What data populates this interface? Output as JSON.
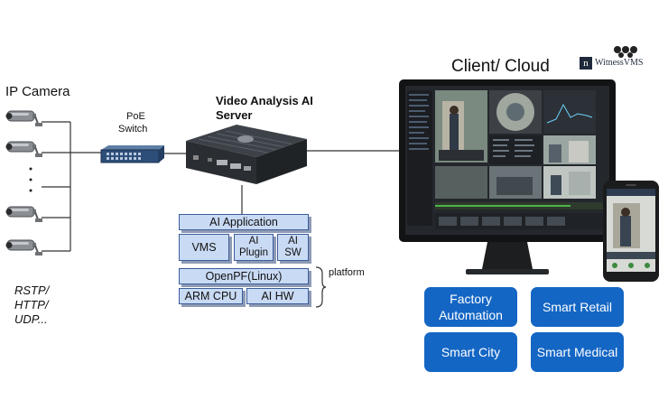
{
  "ip_camera": {
    "title": "IP Camera",
    "protocols": [
      "RSTP/",
      "HTTP/",
      "UDP..."
    ]
  },
  "switch": {
    "label_line1": "PoE",
    "label_line2": "Switch"
  },
  "server": {
    "label_line1": "Video Analysis AI",
    "label_line2": "Server"
  },
  "stack": {
    "ai_application": "AI Application",
    "vms": "VMS",
    "ai_plugin_line1": "AI",
    "ai_plugin_line2": "Plugin",
    "ai_sw_line1": "AI",
    "ai_sw_line2": "SW",
    "openpf": "OpenPF(Linux)",
    "arm_cpu": "ARM CPU",
    "ai_hw": "AI HW",
    "platform_label": "platform"
  },
  "client": {
    "title": "Client/ Cloud",
    "logo_text": "WitnessVMS",
    "logo_letter": "n"
  },
  "applications": [
    {
      "line1": "Factory",
      "line2": "Automation"
    },
    {
      "line1": "Smart Retail",
      "line2": ""
    },
    {
      "line1": "Smart City",
      "line2": ""
    },
    {
      "line1": "Smart Medical",
      "line2": ""
    }
  ],
  "colors": {
    "app_blue": "#1466c4",
    "stack_fill": "#c9daf4",
    "stack_border": "#3b5d9a"
  }
}
